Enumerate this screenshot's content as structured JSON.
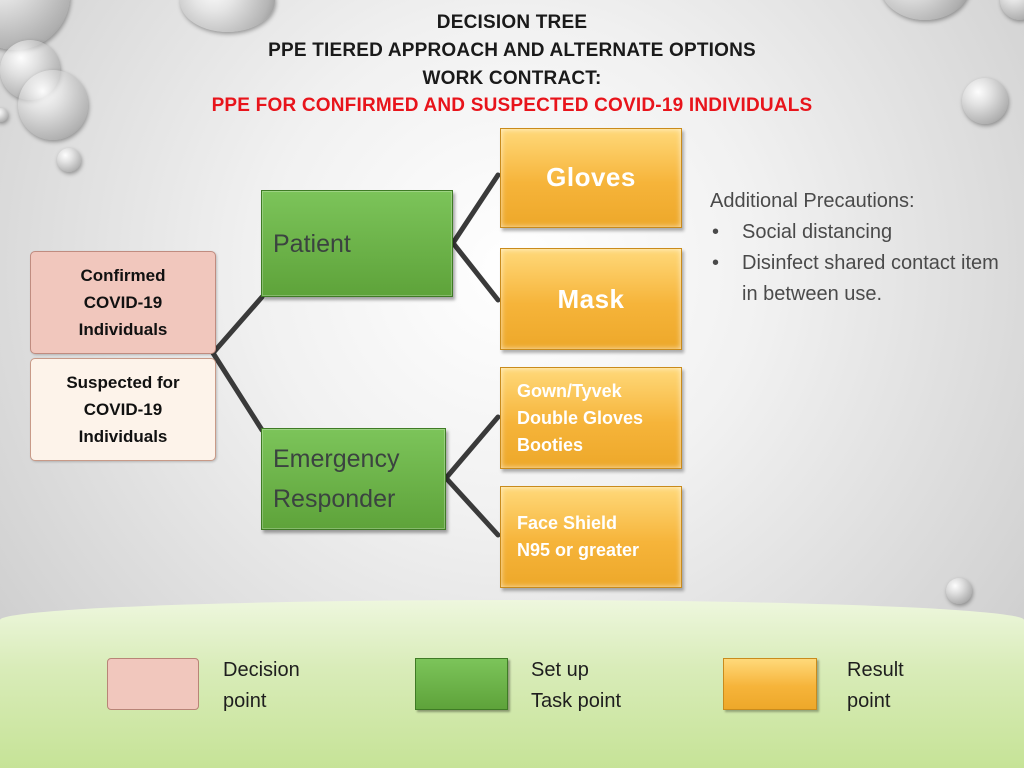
{
  "title": {
    "line1": "DECISION TREE",
    "line2": "PPE TIERED APPROACH AND ALTERNATE OPTIONS",
    "line3": "WORK CONTRACT:",
    "line4": "PPE FOR CONFIRMED AND SUSPECTED COVID-19 INDIVIDUALS"
  },
  "decision_points": {
    "confirmed": [
      "Confirmed",
      "COVID-19",
      "Individuals"
    ],
    "suspected": [
      "Suspected for",
      "COVID-19",
      "Individuals"
    ]
  },
  "setup_points": {
    "patient": [
      "Patient"
    ],
    "responder": [
      "Emergency",
      "Responder"
    ]
  },
  "results": {
    "gloves": "Gloves",
    "mask": "Mask",
    "gown_group": [
      "Gown/Tyvek",
      "Double Gloves",
      "Booties"
    ],
    "shield_group": [
      "Face Shield",
      "N95 or greater"
    ]
  },
  "precautions": {
    "heading": "Additional Precautions:",
    "bullet": "•",
    "items": [
      "Social distancing",
      "Disinfect shared contact item in between use."
    ]
  },
  "legend": {
    "decision": [
      "Decision",
      "point"
    ],
    "setup": [
      "Set up",
      "Task point"
    ],
    "result": [
      "Result",
      "point"
    ]
  },
  "colors": {
    "decision": "#f1c7bd",
    "decision_light": "#fdf3ea",
    "setup": "#6cb447",
    "result": "#f6b43a",
    "title_red": "#e8141b"
  }
}
